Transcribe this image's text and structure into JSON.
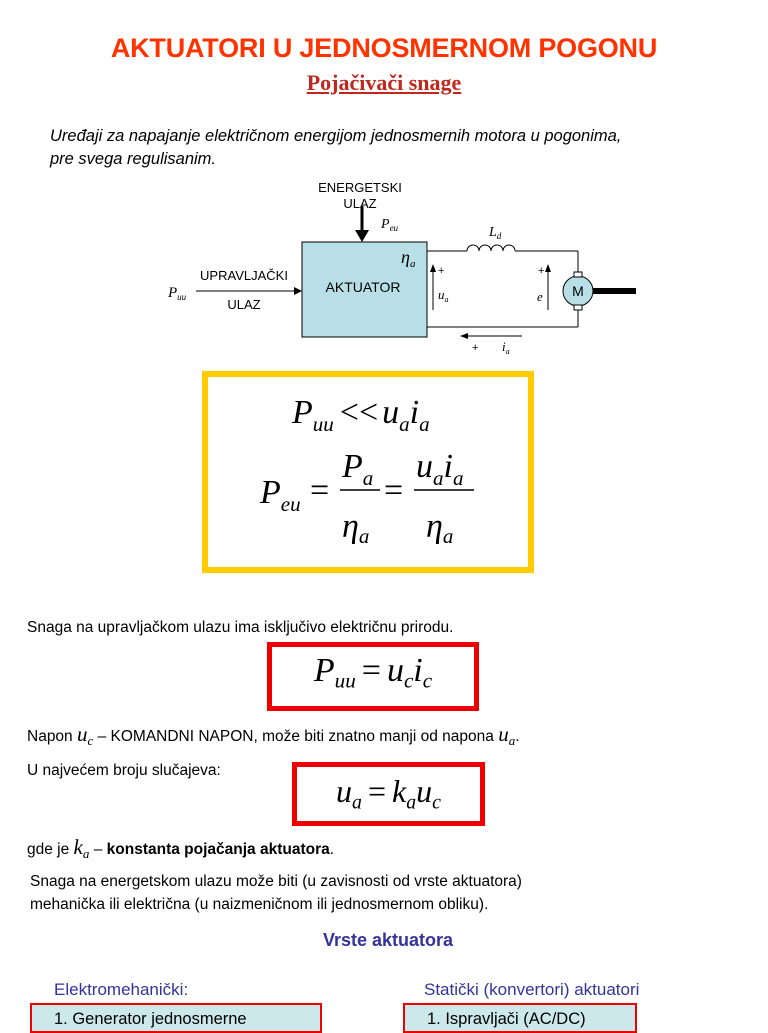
{
  "header": {
    "title": "AKTUATORI U JEDNOSMERNOM POGONU",
    "subtitle": "Pojačivači snage"
  },
  "intro": {
    "line1": "Uređaji za napajanje električnom energijom jednosmernih motora u pogonima,",
    "line2": "pre svega regulisanim."
  },
  "diagram": {
    "energy_input_line1": "ENERGETSKI",
    "energy_input_line2": "ULAZ",
    "control_input_line1": "UPRAVLJAČKI",
    "control_input_line2": "ULAZ",
    "actuator_label": "AKTUATOR",
    "motor_label": "M",
    "p_symbol": "P",
    "sub_eu": "eu",
    "sub_uu": "uu",
    "eta": "η",
    "l_symbol": "L",
    "sub_d": "d",
    "u_symbol": "u",
    "sub_a": "a",
    "e_symbol": "e",
    "i_symbol": "i",
    "plus": "+",
    "colors": {
      "actuator_fill": "#b8dfe6",
      "motor_fill": "#b8dfe6"
    }
  },
  "formulas": {
    "f1_lhs": "P",
    "f1_lhs_sub": "uu",
    "f1_op": "<<",
    "f2_eq": "=",
    "c_sub": "c",
    "k": "k",
    "c_u": "u",
    "c_i": "i"
  },
  "text": {
    "control_power_line": "Snaga na upravljačkom ulazu ima isključivo električnu prirodu.",
    "napon_prefix": "Napon",
    "napon_mid": "– KOMANDNI NAPON, može biti znatno manji od napona",
    "napon_end": ".",
    "most_cases": "U najvećem broju slučajeva:",
    "gde_je": "gde je",
    "gde_dash": "–",
    "gain_bold": "konstanta pojačanja aktuatora",
    "gain_end": ".",
    "energy_line1": "Snaga na energetskom ulazu može biti (u zavisnosti od vrste aktuatora)",
    "energy_line2": "mehanička ili električna (u naizmeničnom ili jednosmernom obliku)."
  },
  "types": {
    "heading": "Vrste aktuatora",
    "left_heading": "Elektromehanički:",
    "left_item": "1. Generator jednosmerne",
    "right_heading": "Statički (konvertori) aktuatori",
    "right_item": "1. Ispravljači (AC/DC)"
  },
  "colors": {
    "title": "#ff3300",
    "subtitle": "#c0281e",
    "yellow_box": "#ffcc00",
    "red_box": "#ee0000",
    "blue_text": "#333399"
  }
}
